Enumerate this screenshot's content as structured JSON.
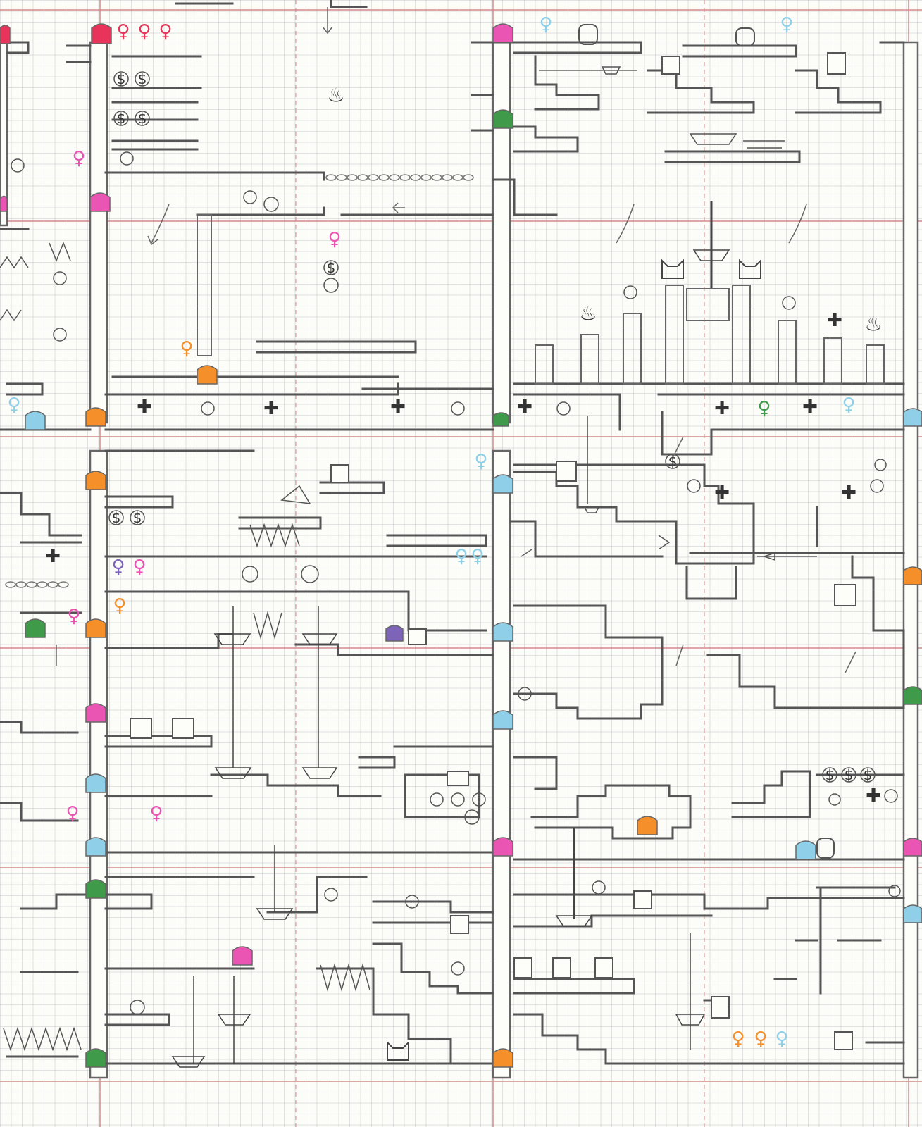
{
  "sheet": {
    "description_visible_text": [],
    "paper": "grid"
  },
  "palette": {
    "red": "#e8345a",
    "pink": "#ea55b4",
    "orange": "#f58f2a",
    "green": "#3f9a4a",
    "cyan": "#8fd0e8",
    "purple": "#7d64b8",
    "pencil": "#555555",
    "room_border": "#d48a8a"
  },
  "legend_icons": {
    "door": "door-icon",
    "key": "key-icon",
    "money_bag": "money-bag-icon",
    "potion": "potion-icon",
    "health_cross": "health-cross-icon",
    "barrel": "barrel-icon",
    "crate": "crate-icon",
    "spikes": "spikes-icon",
    "elevator": "elevator-icon",
    "enemy_cat": "cat-enemy-icon",
    "flame": "flame-icon",
    "chain": "chain-icon",
    "switch": "switch-icon"
  },
  "doors": [
    {
      "color": "red",
      "room": "top-left"
    },
    {
      "color": "pink",
      "room": "top-center"
    },
    {
      "color": "green",
      "room": "top-center-right"
    },
    {
      "color": "orange",
      "room": "row2-left"
    },
    {
      "color": "cyan",
      "room": "row2-right"
    },
    {
      "color": "purple",
      "room": "row2-center"
    },
    {
      "color": "pink",
      "room": "row3-left"
    },
    {
      "color": "cyan",
      "room": "row3-right"
    },
    {
      "color": "orange",
      "room": "row3-right-upper"
    },
    {
      "color": "green",
      "room": "row4-left"
    },
    {
      "color": "orange",
      "room": "row4-right"
    }
  ],
  "keys": [
    {
      "color": "red"
    },
    {
      "color": "red"
    },
    {
      "color": "red"
    },
    {
      "color": "pink"
    },
    {
      "color": "pink"
    },
    {
      "color": "pink"
    },
    {
      "color": "orange"
    },
    {
      "color": "orange"
    },
    {
      "color": "orange"
    },
    {
      "color": "cyan"
    },
    {
      "color": "cyan"
    },
    {
      "color": "cyan"
    },
    {
      "color": "cyan"
    },
    {
      "color": "green"
    },
    {
      "color": "purple"
    }
  ]
}
